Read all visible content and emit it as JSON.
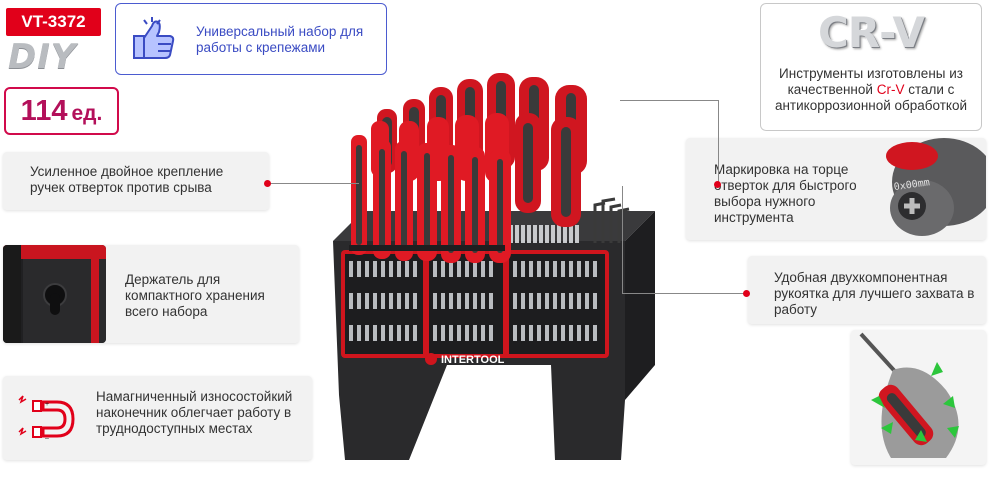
{
  "product": {
    "code": "VT-3372",
    "series": "DIY",
    "count": "114",
    "count_unit": "ед.",
    "purpose": "Универсальный набор для работы с крепежами"
  },
  "crv": {
    "title": "CR-V",
    "desc_before": "Инструменты изготовлены из качественной ",
    "desc_highlight": "Cr-V",
    "desc_after": " стали с антикоррозионной обработкой"
  },
  "features": {
    "double_fix": "Усиленное двойное крепление ручек отверток против срыва",
    "holder": "Держатель для компактного хранения всего набора",
    "magnet": "Намагниченный износостойкий наконечник облегчает работу в труднодоступных местах",
    "marking": "Маркировка на торце отверток для быстрого выбора нужного инструмента",
    "handle": "Удобная двухкомпонентная рукоятка для лучшего захвата в работу"
  },
  "images": {
    "brand_on_stand": "INTERTOOL",
    "tip_marking": "0x00mm"
  },
  "colors": {
    "accent_red": "#e1001a",
    "magenta": "#b3105a",
    "blue_outline": "#4b5bd0",
    "card_bg": "#f2f2f2"
  }
}
